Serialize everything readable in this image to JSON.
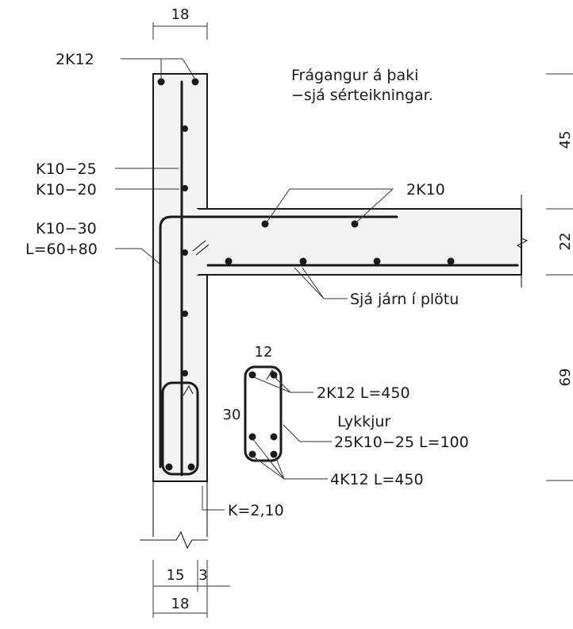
{
  "labels": {
    "top_bars": "2K12",
    "k10_25": "K10−25",
    "k10_20": "K10−20",
    "k10_30": "K10−30",
    "length_l": "L=60+80",
    "slab_bars": "2K10",
    "note_line1": "Frágangur á þaki",
    "note_line2": "−sjá sérteikningar.",
    "slab_ref": "Sjá járn í plötu",
    "section_top_bars": "2K12  L=450",
    "stirrups_title": "Lykkjur",
    "stirrups": "25K10−25  L=100",
    "section_bottom_bars": "4K12  L=450",
    "level": "K=2,10"
  },
  "dimensions": {
    "top_width": "18",
    "section_width": "12",
    "section_height": "30",
    "right_upper": "45",
    "slab_thickness": "22",
    "right_lower": "69",
    "bottom_left": "15",
    "bottom_right": "3",
    "bottom_total": "18"
  }
}
